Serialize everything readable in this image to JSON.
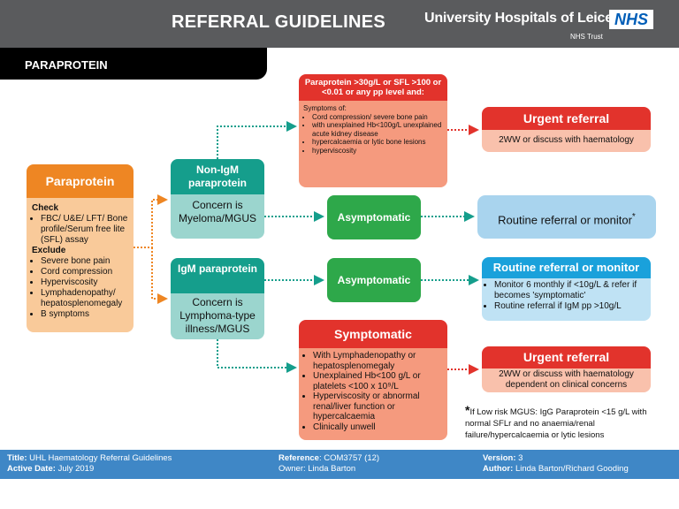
{
  "header": {
    "title": "REFERRAL GUIDELINES",
    "org_name": "University Hospitals of Leicester",
    "org_trust": "NHS Trust",
    "nhs_logo": "NHS"
  },
  "section_title": "PARAPROTEIN",
  "paraprotein": {
    "title": "Paraprotein",
    "check_label": "Check",
    "check_items": [
      "FBC/ U&E/ LFT/ Bone profile/Serum free lite (SFL) assay"
    ],
    "exclude_label": "Exclude",
    "exclude_items": [
      "Severe bone pain",
      "Cord compression",
      "Hyperviscosity",
      "Lymphadenopathy/ hepatosplenomegaly",
      "B symptoms"
    ]
  },
  "non_igm": {
    "title": "Non-IgM paraprotein",
    "concern": "Concern is Myeloma/MGUS"
  },
  "igm": {
    "title": "IgM paraprotein",
    "concern": "Concern is Lymphoma-type illness/MGUS"
  },
  "criteria": {
    "title": "Paraprotein >30g/L or SFL >100 or <0.01 or any pp level and:",
    "symptoms_label": "Symptoms of:",
    "items": [
      "Cord compression/ severe bone pain",
      "with unexplained Hb<100g/L unexplained acute kidney disease",
      "hypercalcaemia or lytic bone lesions",
      "hyperviscosity"
    ]
  },
  "asymptomatic_label": "Asymptomatic",
  "symptomatic": {
    "title": "Symptomatic",
    "items": [
      "With Lymphadenopathy or hepatosplenomegaly",
      "Unexplained Hb<100 g/L or platelets <100 x 10⁹/L",
      "Hyperviscosity or abnormal renal/liver function or hypercalcaemia",
      "Clinically unwell"
    ]
  },
  "urgent_1": {
    "title": "Urgent referral",
    "text": "2WW or discuss with haematology"
  },
  "urgent_2": {
    "title": "Urgent referral",
    "text": "2WW or discuss with haematology dependent on clinical concerns"
  },
  "routine_1": {
    "text": "Routine referral or monitor",
    "mark": "*"
  },
  "routine_2": {
    "title": "Routine referral or monitor",
    "items": [
      "Monitor 6 monthly if <10g/L & refer if becomes 'symptomatic'",
      "Routine referral if IgM pp >10g/L"
    ]
  },
  "footnote": {
    "star": "*",
    "text": "If Low risk MGUS: IgG Paraprotein <15 g/L with normal SFLr and no anaemia/renal failure/hypercalcaemia or lytic lesions"
  },
  "footer": {
    "title_label": "Title:",
    "title_value": "UHL Haematology Referral Guidelines",
    "active_label": "Active Date:",
    "active_value": "July 2019",
    "reference_label": "Reference",
    "reference_value": ": COM3757 (12)",
    "owner_label": "Owner:",
    "owner_value": "Linda Barton",
    "version_label": "Version:",
    "version_value": "3",
    "author_label": "Author:",
    "author_value": "Linda Barton/Richard Gooding"
  },
  "colors": {
    "header_grey": "#5a5b5d",
    "orange": "#ee8623",
    "teal": "#159e8c",
    "red": "#e2332c",
    "green": "#2ea84a",
    "blue": "#1aa1db",
    "footer_blue": "#3f87c6"
  }
}
